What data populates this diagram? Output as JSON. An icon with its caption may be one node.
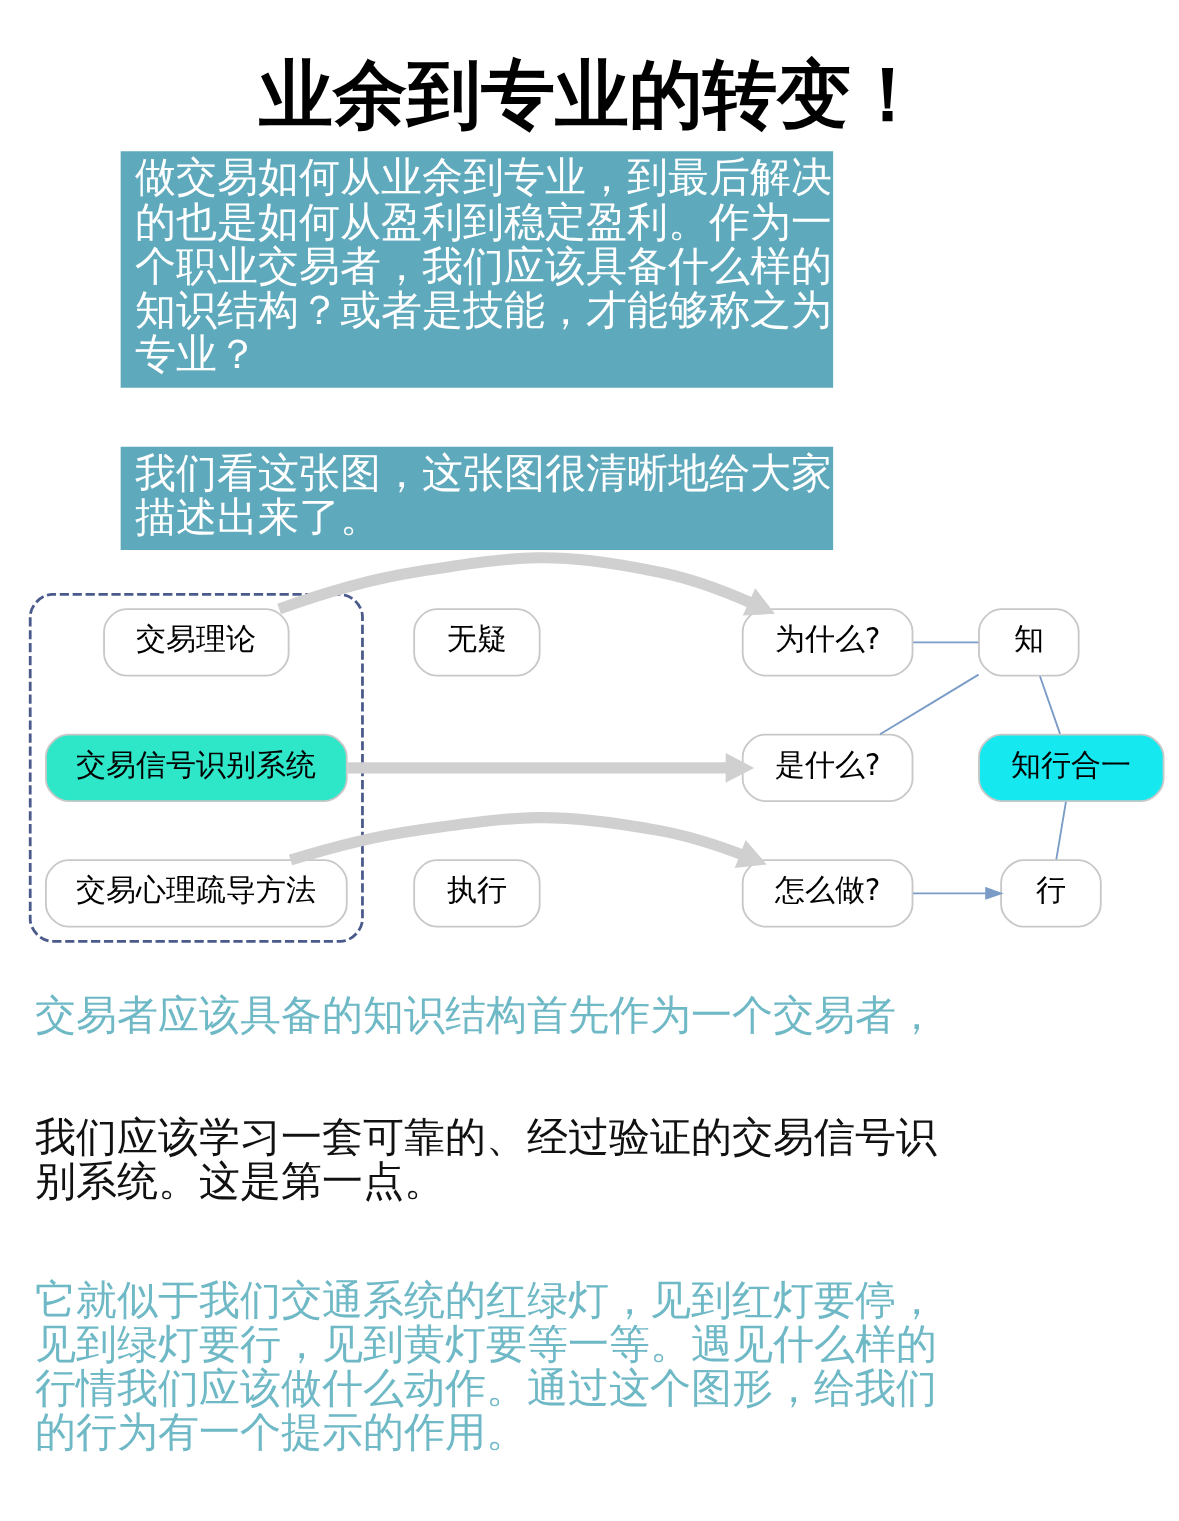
{
  "diagram": {
    "title": "业余到专业的转变！",
    "nodes": [
      {
        "text": [],
        "shape": "box"
      },
      {
        "text": [
          "交易理论"
        ],
        "in": 0
      },
      {
        "text": [
          "交易信号识别系统"
        ],
        "in": 0
      },
      {
        "text": [
          "交易心理疏导方法"
        ],
        "in": 0
      },
      {
        "text": [
          "为什么?"
        ]
      },
      {
        "text": [
          "是什么?"
        ]
      },
      {
        "text": [
          "怎么做?"
        ]
      },
      {
        "text": [
          "知"
        ]
      },
      {
        "text": [
          "行"
        ]
      },
      {
        "text": [
          "知行合一"
        ]
      },
      {
        "text": [
          "无疑"
        ]
      },
      {
        "text": [
          "执行"
        ]
      }
    ],
    "edges": [
      {
        "from": 1,
        "to": 4,
        "arrow": "to",
        "style": "thick",
        "color": "#d0d0d0"
      },
      {
        "from": 2,
        "to": 5,
        "arrow": "to",
        "style": "thick",
        "color": "#d0d0d0"
      },
      {
        "from": 3,
        "to": 6,
        "arrow": "to",
        "style": "thick",
        "color": "#d0d0d0"
      },
      {
        "from": 4,
        "to": 7,
        "arrow": "none"
      },
      {
        "from": 5,
        "to": 7,
        "arrow": "none"
      },
      {
        "from": 6,
        "to": 8,
        "arrow": "to"
      },
      {
        "from": 7,
        "to": 9,
        "arrow": "none"
      },
      {
        "from": 8,
        "to": 9,
        "arrow": "none"
      }
    ],
    "labels": [
      "做交易如何从业余到专业，到最后解决的也是如何从盈利到稳定盈利。作为一个职业交易者，我们应该具备什么样的知识结构？或者是技能，才能够称之为专业？",
      "我们看这张图，这张图很清晰地给大家描述出来了。",
      "交易者应该具备的知识结构首先作为一个交易者，",
      "我们应该学习一套可靠的、经过验证的交易信号识别系统。这是第一点。",
      "它就似于我们交通系统的红绿灯，见到红灯要停，见到绿灯要行，见到黄灯要等一等。遇见什么样的行情我们应该做什么动作。通过这个图形，给我们的行为有一个提示的作用。"
    ]
  }
}
